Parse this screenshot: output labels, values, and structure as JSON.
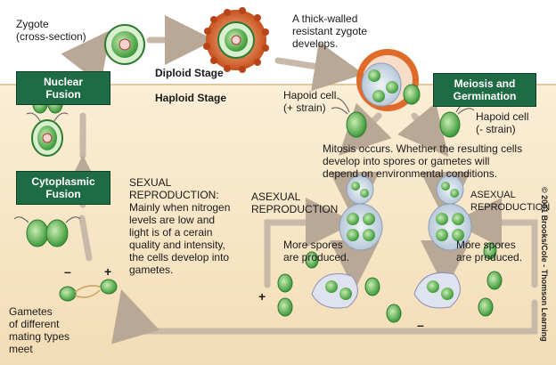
{
  "diagram": {
    "zygote_label": "Zygote\n(cross-section)",
    "thick_walled_label": "A thick-walled\nresistant zygote\ndevelops.",
    "diploid_stage": "Diploid Stage",
    "haploid_stage": "Haploid Stage",
    "nuclear_fusion": "Nuclear\nFusion",
    "meiosis_germination": "Meiosis and\nGermination",
    "haploid_plus": "Hapoid cell\n(+ strain)",
    "haploid_minus": "Hapoid cell\n(- strain)",
    "mitosis_text": "Mitosis occurs. Whether the resulting cells\ndevelop into spores or gametes will\ndepend on environmental conditions.",
    "cytoplasmic_fusion": "Cytoplasmic\nFusion",
    "sexual_text": "SEXUAL\nREPRODUCTION:\nMainly when nitrogen\nlevels are low and\nlight is  of a cerain\nquality and intensity,\nthe cells develop into\ngametes.",
    "asexual_left": "ASEXUAL\nREPRODUCTION",
    "asexual_right": "ASEXUAL\nREPRODUCTION",
    "more_spores_left": "More spores\nare produced.",
    "more_spores_right": "More spores\nare produced.",
    "gametes_text": "Gametes\nof different\nmating types\nmeet",
    "minus_sign": "–",
    "plus_sign": "+",
    "plus_sign_2": "+",
    "minus_sign_2": "–",
    "copyright": "© 2001 Brooks/Cole - Thomson Learning"
  },
  "colors": {
    "diploid_bg": "#ffffff",
    "haploid_bg": "#f7e6c8",
    "box_green": "#1f6b45",
    "arrow": "#c9b9a8",
    "cell_green": "#4fae48",
    "zygote_wall": "#d9682a"
  }
}
